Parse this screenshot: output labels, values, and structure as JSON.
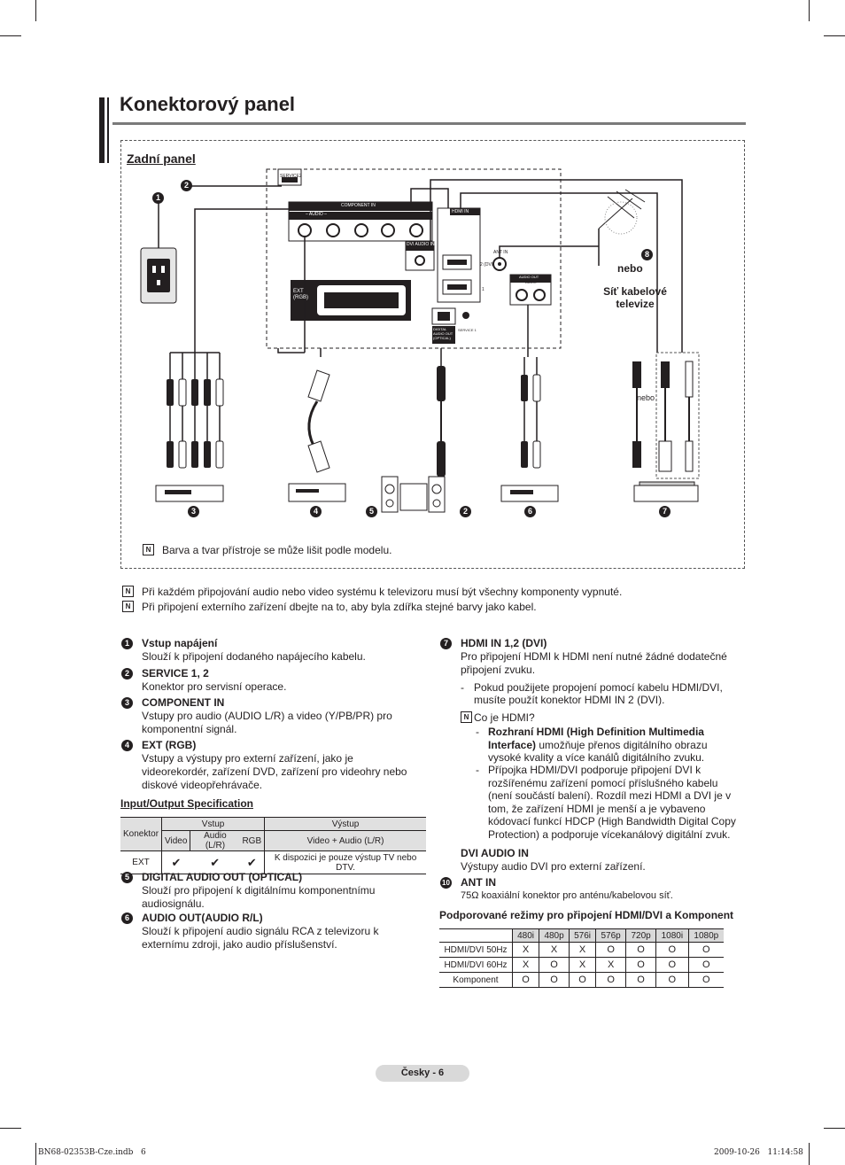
{
  "header": {
    "title": "Konektorový panel",
    "subtitle": "Zadní panel"
  },
  "diagram": {
    "service2_label": "SERVICE2",
    "component_in_label": "COMPONENT IN",
    "audio_label": "– AUDIO –",
    "hdmi_in_label": "HDMI IN",
    "dvi_audio_in_label": "DVI AUDIO IN",
    "ext_label": "EXT (RGB)",
    "digital_audio_label": "DIGITAL AUDIO OUT (OPTICAL)",
    "service1_label": "SERVICE 1",
    "ant_in_label": "ANT IN",
    "audio_out_label": "AUDIO OUT",
    "audio_out_sub": "AUDIO",
    "dvi_port_label": "2 (DVI)",
    "port1_label": "1",
    "nebo_bold": "nebo",
    "cable_network": "Síť kabelové televize",
    "nebo_small": "nebo",
    "badges": [
      "1",
      "2",
      "3",
      "4",
      "5",
      "2",
      "6",
      "7",
      "8"
    ],
    "model_note": "Barva a tvar přístroje se může lišit podle modelu."
  },
  "notes": [
    "Při každém připojování audio nebo video systému k televizoru musí být všechny komponenty vypnuté.",
    "Při připojení externího zařízení dbejte na to, aby byla zdířka stejné barvy jako kabel."
  ],
  "left_items": [
    {
      "num": "1",
      "title": "Vstup napájení",
      "body": "Slouží k připojení dodaného napájecího kabelu."
    },
    {
      "num": "2",
      "title": "SERVICE 1, 2",
      "body": "Konektor pro servisní operace."
    },
    {
      "num": "3",
      "title": "COMPONENT IN",
      "body": "Vstupy pro audio (AUDIO L/R) a video (Y/PB/PR) pro komponentní signál."
    },
    {
      "num": "4",
      "title": "EXT (RGB)",
      "body": "Vstupy a výstupy pro externí zařízení, jako je videorekordér, zařízení DVD, zařízení pro videohry nebo diskové videopřehrávače."
    }
  ],
  "io_spec": {
    "title": "Input/Output Specification",
    "konektor": "Konektor",
    "vstup": "Vstup",
    "vystup": "Výstup",
    "video": "Video",
    "audio_lr": "Audio (L/R)",
    "rgb": "RGB",
    "video_audio": "Video + Audio (L/R)",
    "ext": "EXT",
    "check": "✔",
    "available": "K dispozici je pouze výstup TV nebo DTV."
  },
  "left_items2": [
    {
      "num": "5",
      "title": "DIGITAL AUDIO OUT (OPTICAL)",
      "body": "Slouží pro připojení k digitálnímu komponentnímu audiosignálu."
    },
    {
      "num": "6",
      "title": "AUDIO OUT(AUDIO R/L)",
      "body": "Slouží k připojení audio signálu RCA z televizoru k externímu zdroji, jako audio příslušenství."
    }
  ],
  "right": {
    "item7_num": "7",
    "item7_title": "HDMI IN 1,2 (DVI)",
    "item7_body": "Pro připojení HDMI k HDMI není nutné žádné dodatečné připojení zvuku.",
    "item7_dash": "Pokud použijete propojení pomocí kabelu HDMI/DVI, musíte použít konektor HDMI IN 2 (DVI).",
    "what_hdmi": "Co je HDMI?",
    "hdmi_b1_bold": "Rozhraní HDMI (High Definition Multimedia Interface)",
    "hdmi_b1_rest": " umožňuje přenos digitálního obrazu vysoké kvality a více kanálů digitálního zvuku.",
    "hdmi_b2": "Přípojka HDMI/DVI podporuje připojení DVI k rozšířenému zařízení pomocí příslušného kabelu (není součástí balení). Rozdíl mezi HDMI a DVI je v tom, že zařízení HDMI je menší a je vybaveno kódovací funkcí HDCP (High Bandwidth Digital Copy Protection) a podporuje vícekanálový digitální zvuk.",
    "dvi_audio_title": "DVI AUDIO IN",
    "dvi_audio_body": "Výstupy audio DVI pro externí zařízení.",
    "ant_num": "10",
    "ant_title": "ANT IN",
    "ant_body": "75Ω koaxiální konektor pro anténu/kabelovou síť.",
    "modes_title": "Podporované režimy pro připojení HDMI/DVI a Komponent"
  },
  "modes_table": {
    "headers": [
      "",
      "480i",
      "480p",
      "576i",
      "576p",
      "720p",
      "1080i",
      "1080p"
    ],
    "rows": [
      [
        "HDMI/DVI 50Hz",
        "X",
        "X",
        "X",
        "O",
        "O",
        "O",
        "O"
      ],
      [
        "HDMI/DVI 60Hz",
        "X",
        "O",
        "X",
        "X",
        "O",
        "O",
        "O"
      ],
      [
        "Komponent",
        "O",
        "O",
        "O",
        "O",
        "O",
        "O",
        "O"
      ]
    ]
  },
  "footer": {
    "page": "Česky - 6",
    "file": "BN68-02353B-Cze.indb   6",
    "date": "2009-10-26   ﻿11:14:58"
  }
}
